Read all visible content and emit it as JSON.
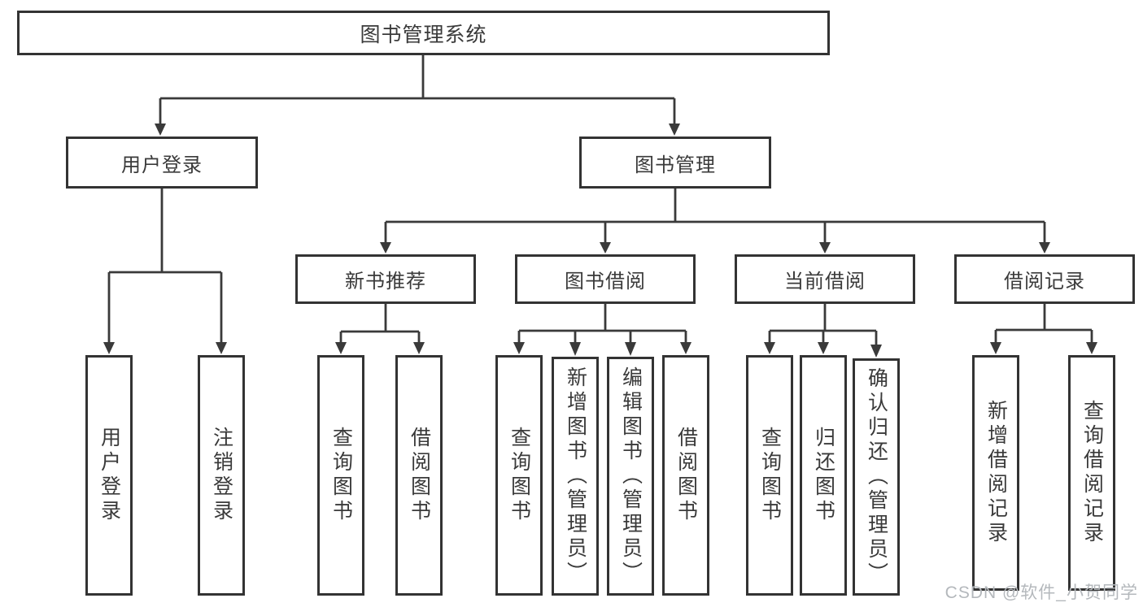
{
  "diagram_title": "图书管理系统",
  "watermark": "CSDN @软件_小贺同学",
  "colors": {
    "line": "#3a3a3a",
    "box_border": "#333333",
    "text": "#3a3a3a",
    "watermark": "#b4b8bc",
    "background": "#ffffff"
  },
  "tree": {
    "label": "图书管理系统",
    "children": [
      {
        "label": "用户登录",
        "children": [
          {
            "label": "用户登录"
          },
          {
            "label": "注销登录"
          }
        ]
      },
      {
        "label": "图书管理",
        "children": [
          {
            "label": "新书推荐",
            "children": [
              {
                "label": "查询图书"
              },
              {
                "label": "借阅图书"
              }
            ]
          },
          {
            "label": "图书借阅",
            "children": [
              {
                "label": "查询图书"
              },
              {
                "label": "新增图书（管理员）"
              },
              {
                "label": "编辑图书（管理员）"
              },
              {
                "label": "借阅图书"
              }
            ]
          },
          {
            "label": "当前借阅",
            "children": [
              {
                "label": "查询图书"
              },
              {
                "label": "归还图书"
              },
              {
                "label": "确认归还（管理员）"
              }
            ]
          },
          {
            "label": "借阅记录",
            "children": [
              {
                "label": "新增借阅记录"
              },
              {
                "label": "查询借阅记录"
              }
            ]
          }
        ]
      }
    ]
  }
}
